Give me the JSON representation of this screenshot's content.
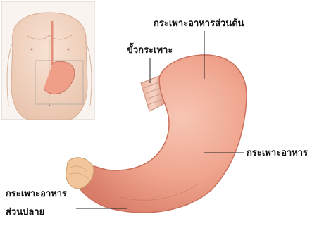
{
  "labels": {
    "fundus": "กระเพาะอาหารส่วนต้น",
    "cardia": "ขั้วกระเพาะ",
    "body": "กระเพาะอาหาร",
    "pyloric_line1": "กระเพาะอาหาร",
    "pyloric_line2": "ส่วนปลาย"
  },
  "colors": {
    "stomach": "#f0a58e",
    "stomach_shadow": "#d9826e",
    "skin": "#f3d7c6",
    "leader_line": "#222222"
  }
}
